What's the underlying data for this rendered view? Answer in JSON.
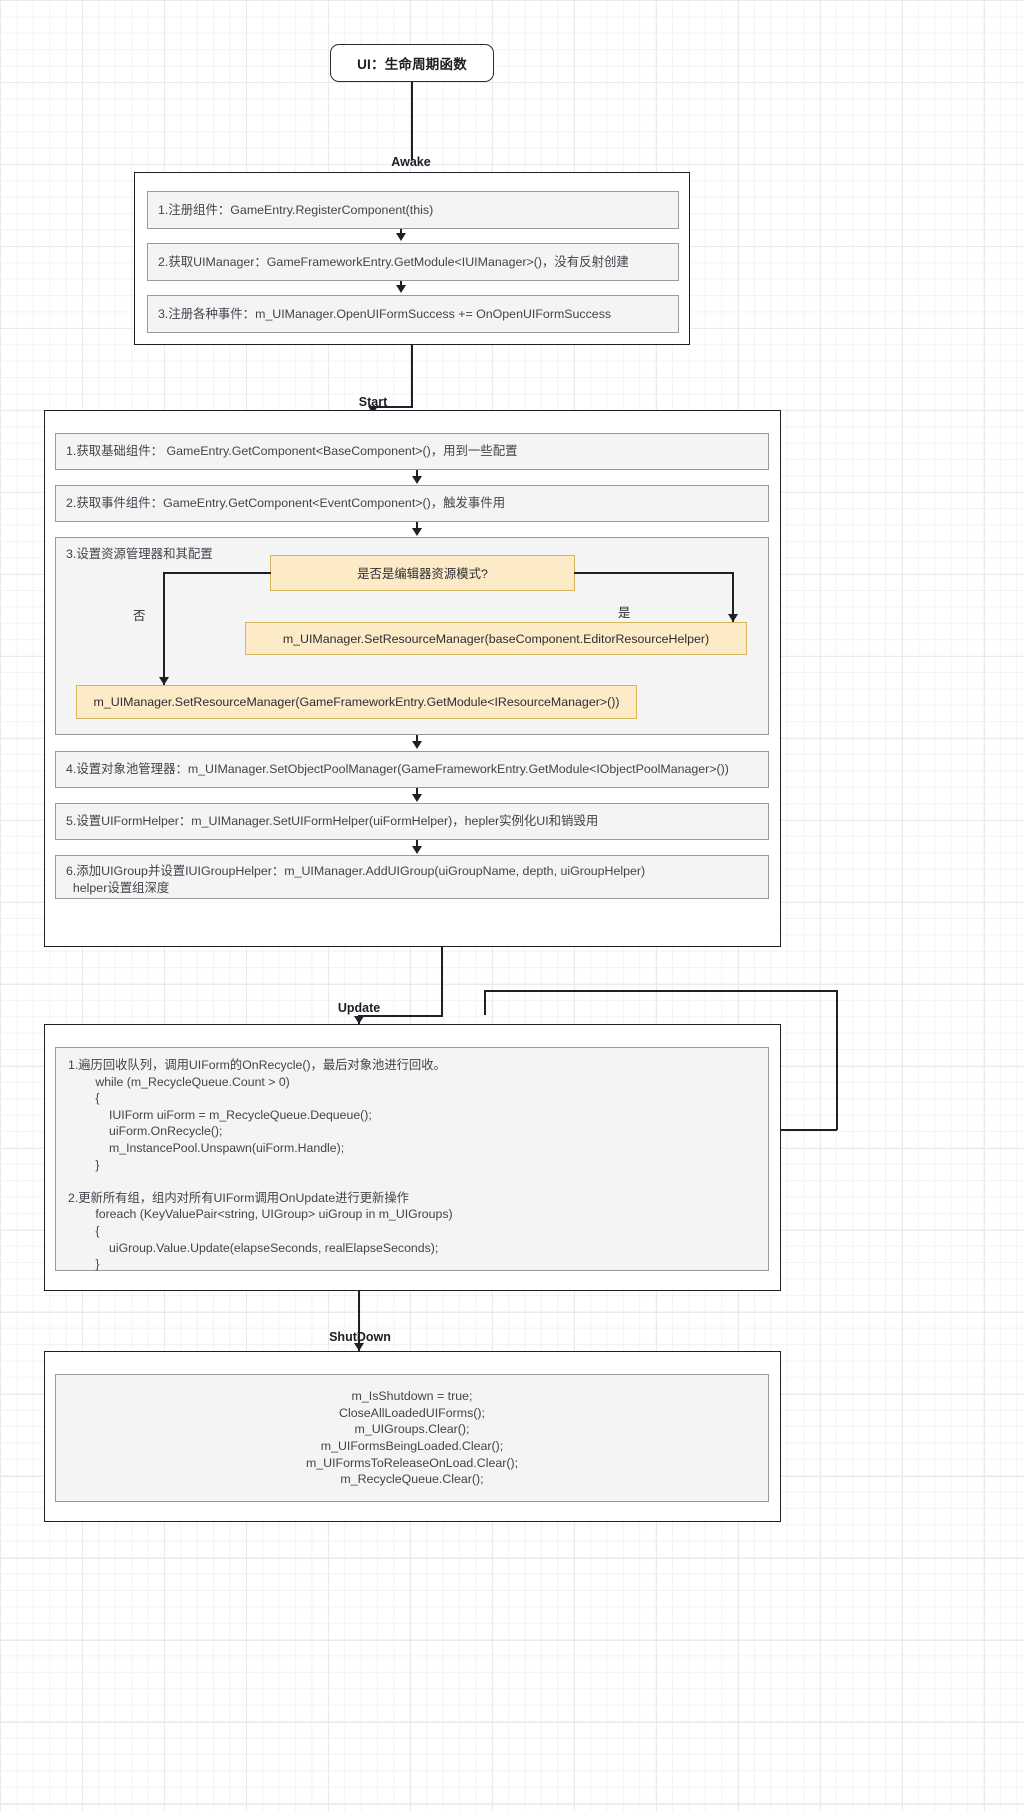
{
  "title": {
    "text": "UI：生命周期函数"
  },
  "phases": [
    {
      "id": "awake",
      "label": "Awake",
      "steps": [
        {
          "text": "1.注册组件：GameEntry.RegisterComponent(this)"
        },
        {
          "text": "2.获取UIManager：GameFrameworkEntry.GetModule<IUIManager>()，没有反射创建"
        },
        {
          "text": "3.注册各种事件：m_UIManager.OpenUIFormSuccess += OnOpenUIFormSuccess"
        }
      ]
    },
    {
      "id": "start",
      "label": "Start",
      "steps": [
        {
          "text": "1.获取基础组件： GameEntry.GetComponent<BaseComponent>()，用到一些配置"
        },
        {
          "text": "2.获取事件组件：GameEntry.GetComponent<EventComponent>()，触发事件用"
        },
        {
          "text": "3.设置资源管理器和其配置"
        },
        {
          "text": "4.设置对象池管理器：m_UIManager.SetObjectPoolManager(GameFrameworkEntry.GetModule<IObjectPoolManager>())"
        },
        {
          "text": "5.设置UIFormHelper：m_UIManager.SetUIFormHelper(uiFormHelper)，hepler实例化UI和销毁用"
        },
        {
          "text": "6.添加UIGroup并设置IUIGroupHelper：m_UIManager.AddUIGroup(uiGroupName, depth, uiGroupHelper)\n  helper设置组深度"
        }
      ],
      "decision": {
        "question": "是否是编辑器资源模式?",
        "yes_label": "是",
        "no_label": "否",
        "yes_action": "m_UIManager.SetResourceManager(baseComponent.EditorResourceHelper)",
        "no_action": "m_UIManager.SetResourceManager(GameFrameworkEntry.GetModule<IResourceManager>())"
      }
    },
    {
      "id": "update",
      "label": "Update",
      "steps": [
        {
          "text": "1.遍历回收队列，调用UIForm的OnRecycle()，最后对象池进行回收。\n        while (m_RecycleQueue.Count > 0)\n        {\n            IUIForm uiForm = m_RecycleQueue.Dequeue();\n            uiForm.OnRecycle();\n            m_InstancePool.Unspawn(uiForm.Handle);\n        }\n\n2.更新所有组，组内对所有UIForm调用OnUpdate进行更新操作\n        foreach (KeyValuePair<string, UIGroup> uiGroup in m_UIGroups)\n        {\n            uiGroup.Value.Update(elapseSeconds, realElapseSeconds);\n        }"
        }
      ]
    },
    {
      "id": "shutdown",
      "label": "ShutDown",
      "steps": [
        {
          "text": "m_IsShutdown = true;\nCloseAllLoadedUIForms();\nm_UIGroups.Clear();\nm_UIFormsBeingLoaded.Clear();\nm_UIFormsToReleaseOnLoad.Clear();\nm_RecycleQueue.Clear();"
        }
      ]
    }
  ],
  "colors": {
    "orange_fill": "#fdebc8",
    "orange_border": "#d6b55c",
    "step_fill": "#f4f4f4",
    "step_border": "#9a9a9a",
    "line": "#1f1f27"
  }
}
